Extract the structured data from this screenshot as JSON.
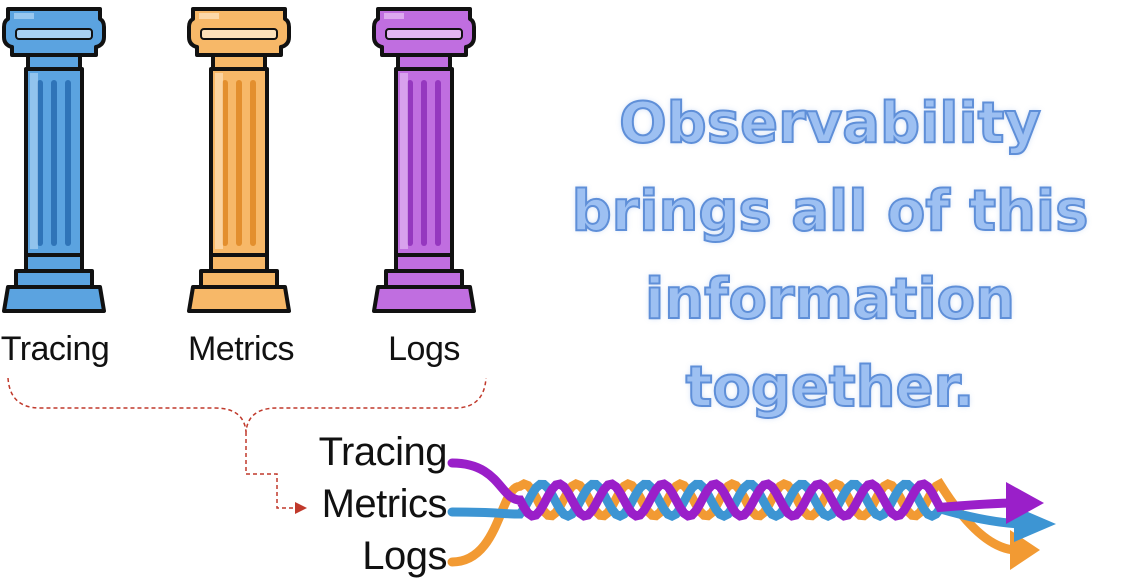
{
  "pillars": [
    {
      "label": "Tracing",
      "color": "#5ba3e0",
      "light": "#a8d0f2",
      "dark": "#2f74b8"
    },
    {
      "label": "Metrics",
      "color": "#f7b868",
      "light": "#fde0b8",
      "dark": "#e38f2e"
    },
    {
      "label": "Logs",
      "color": "#c06ee0",
      "light": "#e3b6f2",
      "dark": "#9538bf"
    }
  ],
  "headline": {
    "line1": "Observability",
    "line2": "brings all of this",
    "line3": "information",
    "line4": "together.",
    "color": "#9dc0f2"
  },
  "streams": [
    {
      "label": "Tracing",
      "color": "#9a1fc9"
    },
    {
      "label": "Metrics",
      "color": "#3d95d3"
    },
    {
      "label": "Logs",
      "color": "#f29a33"
    }
  ],
  "connector_color": "#c0392b"
}
